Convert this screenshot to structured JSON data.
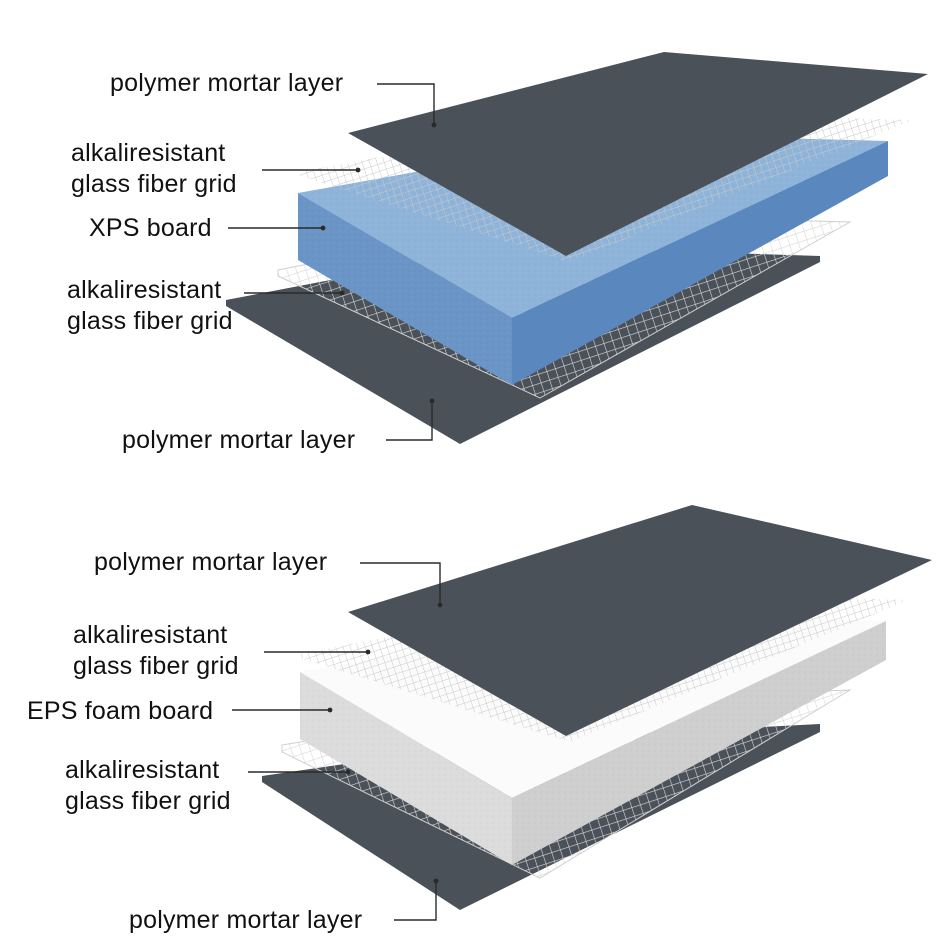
{
  "diagrams": [
    {
      "layers": {
        "top_mortar": "polymer mortar layer",
        "top_grid": [
          "alkaliresistant",
          "glass fiber grid"
        ],
        "board": "XPS board",
        "bottom_grid": [
          "alkaliresistant",
          "glass fiber grid"
        ],
        "bottom_mortar": "polymer mortar layer"
      }
    },
    {
      "layers": {
        "top_mortar": "polymer mortar layer",
        "top_grid": [
          "alkaliresistant",
          "glass fiber grid"
        ],
        "board": "EPS foam board",
        "bottom_grid": [
          "alkaliresistant",
          "glass fiber grid"
        ],
        "bottom_mortar": "polymer mortar layer"
      }
    }
  ],
  "colors": {
    "mortar": "#4a5159",
    "xps_top": "#8fb4da",
    "xps_front": "#6a95c6",
    "xps_side": "#5a87bd",
    "eps_top": "#fbfbfb",
    "eps_front": "#dcdcdc",
    "eps_side": "#cfcfcf",
    "grid_line": "#cfcfcf",
    "leader": "#2a2a2a"
  }
}
